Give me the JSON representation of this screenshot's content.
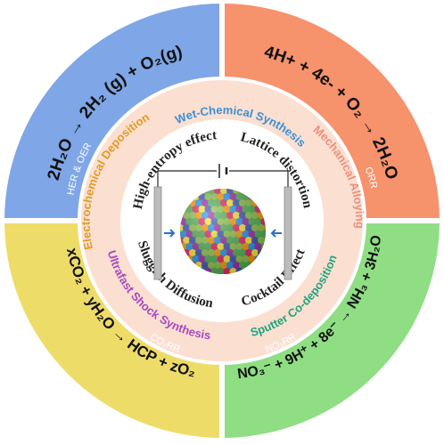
{
  "quadrants": [
    {
      "key": "q1",
      "color": "#7fa6e6",
      "equation": "2H₂O → 2H₂ (g) + O₂(g)",
      "tag": "HER & OER"
    },
    {
      "key": "q2",
      "color": "#f6926c",
      "equation": "4H+ + 4e- + O₂ → 2H₂O",
      "tag": "ORR"
    },
    {
      "key": "q3",
      "color": "#eedc68",
      "equation": "xCO₂ + yH₂O → HCP + zO₂",
      "tag": "CO₂RR"
    },
    {
      "key": "q4",
      "color": "#8fde84",
      "equation": "NO₃⁻ + 9H⁺ + 8e⁻ → NH₃ + 3H₂O",
      "tag": "NO₃RR"
    }
  ],
  "methods": [
    {
      "label": "Wet-Chemical Synthesis",
      "color": "#3a8fd6"
    },
    {
      "label": "Mechanical Alloying",
      "color": "#f08d7a"
    },
    {
      "label": "Sputter Co-deposition",
      "color": "#1ea47e"
    },
    {
      "label": "Ultrafast Shock Synthesis",
      "color": "#a648c0"
    },
    {
      "label": "Electrochemical Deposition",
      "color": "#e39a22"
    }
  ],
  "effects": [
    "High-entropy effect",
    "Lattice distortion",
    "Sluggish Diffusion",
    "Cocktail Effect"
  ],
  "colors": {
    "ring": "#fbe0d2",
    "inner": "#ffffff"
  },
  "icons": {
    "sphere": "multi-element-nanoparticle",
    "electrode": "electrode-rod",
    "battery": "battery-symbol"
  }
}
